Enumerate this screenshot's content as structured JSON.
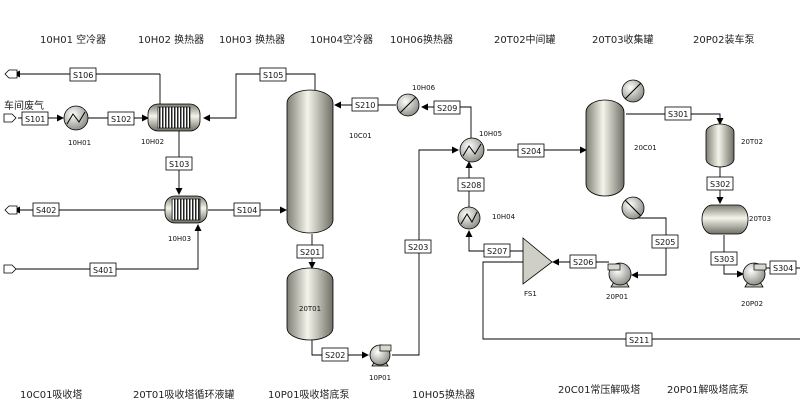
{
  "header_top": {
    "h01": "10H01 空冷器",
    "h02": "10H02 换热器",
    "h03": "10H03 换热器",
    "h04": "10H04空冷器",
    "h06": "10H06换热器",
    "t02": "20T02中间罐",
    "t03": "20T03收集罐",
    "p02": "20P02装车泵"
  },
  "header_bottom": {
    "c01": "10C01吸收塔",
    "t01": "20T01吸收塔循环液罐",
    "p01": "10P01吸收塔底泵",
    "h05": "10H05换热器",
    "c20": "20C01常压解吸塔",
    "p20": "20P01解吸塔底泵"
  },
  "feed_label": "车间废气",
  "streams": {
    "s101": "S101",
    "s102": "S102",
    "s103": "S103",
    "s104": "S104",
    "s105": "S105",
    "s106": "S106",
    "s201": "S201",
    "s202": "S202",
    "s203": "S203",
    "s204": "S204",
    "s205": "S205",
    "s206": "S206",
    "s207": "S207",
    "s208": "S208",
    "s209": "S209",
    "s210": "S210",
    "s211": "S211",
    "s301": "S301",
    "s302": "S302",
    "s303": "S303",
    "s304": "S304",
    "s401": "S401",
    "s402": "S402"
  },
  "units": {
    "h01": "10H01",
    "h02": "10H02",
    "h03": "10H03",
    "c01": "10C01",
    "t01": "20T01",
    "p01": "10P01",
    "h06": "10H06",
    "h05": "10H05",
    "h04": "10H04",
    "fs1": "FS1",
    "c20": "20C01",
    "p20": "20P01",
    "t02": "20T02",
    "t03": "20T03",
    "p02": "20P02"
  }
}
